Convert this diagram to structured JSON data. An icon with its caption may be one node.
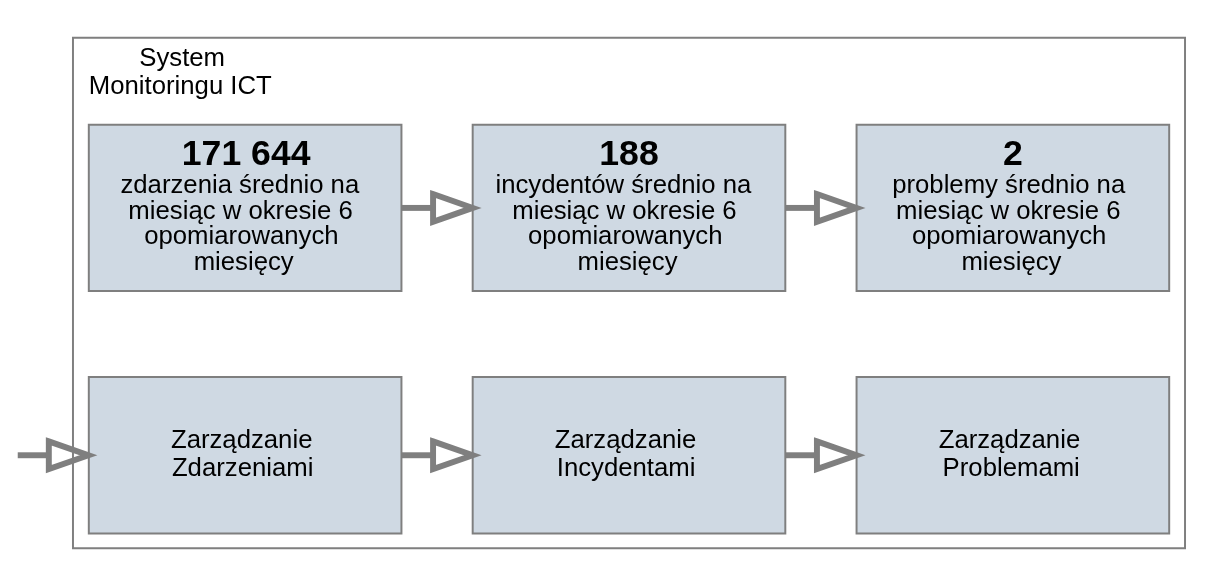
{
  "diagram": {
    "nodes": [
      {
        "text": [
          "System Monitoringu ICT"
        ]
      },
      {
        "text": [
          "Zarządzanie Zdarzeniami"
        ],
        "in": 0
      },
      {
        "text": [
          "Zarządzanie Incydentami"
        ],
        "in": 0
      },
      {
        "text": [
          "Zarządzanie Problemami"
        ],
        "in": 0
      },
      {
        "text": [
          "171 644",
          "zdarzenia średnio na miesiąc w okresie 6 opomiarowanych miesięcy"
        ],
        "in": 0
      },
      {
        "text": [
          "188",
          "incydentów średnio na miesiąc w okresie 6 opomiarowanych miesięcy"
        ],
        "in": 0
      },
      {
        "text": [
          "2",
          "problemy średnio na miesiąc w okresie 6 opomiarowanych miesięcy"
        ],
        "in": 0
      }
    ],
    "edges": [
      {
        "from": null,
        "to": 1,
        "arrow": "to"
      },
      {
        "from": 1,
        "to": 2,
        "arrow": "to"
      },
      {
        "from": 2,
        "to": 3,
        "arrow": "to"
      },
      {
        "from": 4,
        "to": 5,
        "arrow": "to"
      },
      {
        "from": 5,
        "to": 6,
        "arrow": "to"
      }
    ]
  }
}
